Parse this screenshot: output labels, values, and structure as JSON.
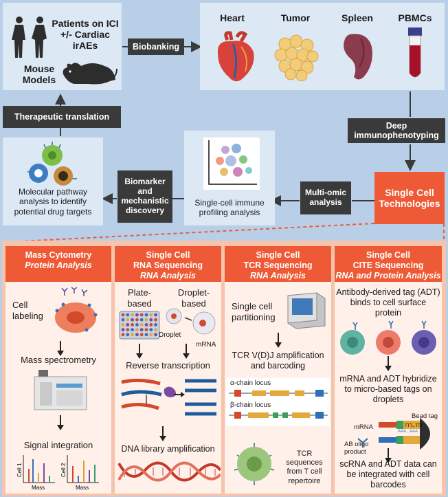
{
  "top": {
    "patients_label": "Patients on ICI +/- Cardiac irAEs",
    "mouse_label": "Mouse Models",
    "biobanking": "Biobanking",
    "tissues": [
      "Heart",
      "Tumor",
      "Spleen",
      "PBMCs"
    ],
    "therapeutic": "Therapeutic translation",
    "deep_immuno": "Deep immunophenotyping",
    "molecular": "Molecular pathway analysis to identify potential drug targets",
    "biomarker": "Biomarker and mechanistic discovery",
    "profiling": "Single-cell immune profiling analysis",
    "multiomic": "Multi-omic analysis",
    "single_cell_tech": "Single Cell Technologies"
  },
  "columns": [
    {
      "title1": "Mass Cytometry",
      "title2": "Protein Analysis",
      "title3": "",
      "steps": [
        "Cell labeling",
        "Mass spectrometry",
        "Signal integration"
      ],
      "axis": {
        "cell1": "Cell 1",
        "cell2": "Cell 2",
        "mass": "Mass"
      }
    },
    {
      "title1": "Single Cell",
      "title2": "RNA Sequencing",
      "title3": "RNA Analysis",
      "plate": "Plate-based",
      "droplet": "Droplet-based",
      "droplet_tag": "Droplet",
      "mrna": "mRNA",
      "steps": [
        "Reverse transcription",
        "DNA library amplification"
      ]
    },
    {
      "title1": "Single Cell",
      "title2": "TCR Sequencing",
      "title3": "RNA Analysis",
      "steps": [
        "Single cell partitioning",
        "TCR V(D)J amplification and barcoding",
        "TCR sequences from T cell repertoire"
      ],
      "alpha": "α-chain locus",
      "beta": "β-chain locus"
    },
    {
      "title1": "Single Cell",
      "title2": "CITE Sequencing",
      "title3": "RNA and Protein Analysis",
      "steps": [
        "Antibody-derived tag (ADT) binds to cell surface protein",
        "mRNA and ADT hybridize to micro-based tags on droplets",
        "scRNA and ADT data can be integrated with cell barcodes"
      ],
      "bead_tag": "Bead tag",
      "mrna": "mRNA",
      "ab_oligo": "AB oligo product",
      "ttt": "TTT...TTT",
      "aaa": "AAA...AAA"
    }
  ],
  "colors": {
    "orange": "#ef5a36",
    "dark": "#3a3a3a",
    "light_panel": "#dde8f5",
    "bg": "#b9cfe8",
    "col_bg": "#fff1ea"
  }
}
